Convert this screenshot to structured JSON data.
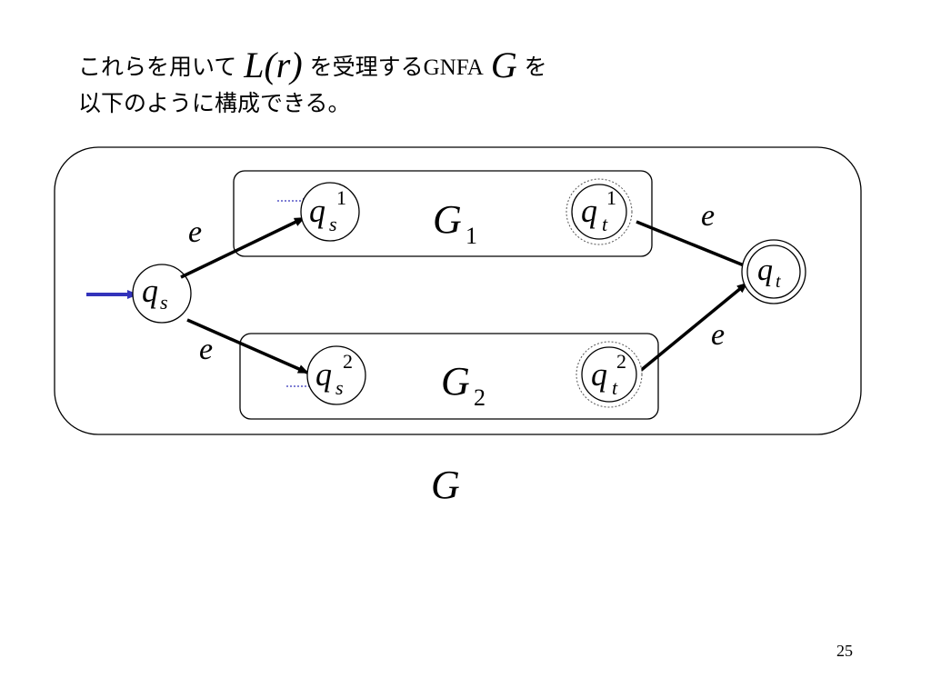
{
  "text": {
    "line1_before": "これらを用いて",
    "line1_math": "L(r)",
    "line1_mid": "を受理する",
    "line1_gnfa": "GNFA",
    "line1_math2": "G",
    "line1_after": "を",
    "line2": "以下のように構成できる。"
  },
  "diagram": {
    "outer_label": "G",
    "sub1": {
      "label": "G",
      "sub": "1"
    },
    "sub2": {
      "label": "G",
      "sub": "2"
    },
    "states": {
      "start": {
        "q": "q",
        "sub": "s",
        "sup": ""
      },
      "g1_start": {
        "q": "q",
        "sub": "s",
        "sup": "1"
      },
      "g1_accept": {
        "q": "q",
        "sub": "t",
        "sup": "1"
      },
      "g2_start": {
        "q": "q",
        "sub": "s",
        "sup": "2"
      },
      "g2_accept": {
        "q": "q",
        "sub": "t",
        "sup": "2"
      },
      "accept": {
        "q": "q",
        "sub": "t",
        "sup": ""
      }
    },
    "edge_labels": {
      "start_to_g1": "e",
      "start_to_g2": "e",
      "g1_to_accept": "e",
      "g2_to_accept": "e"
    }
  },
  "page_number": "25"
}
